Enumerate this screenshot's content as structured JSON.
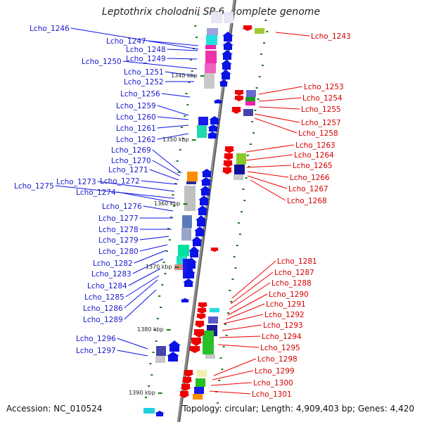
{
  "title": "Leptothrix cholodnii SP-6, complete genome",
  "footer": {
    "accession": "Accession: NC_010524",
    "topology": "Topology: circular; Length: 4,909,403 bp; Genes: 4,420"
  },
  "colors": {
    "forward": "#0a12e6",
    "reverse": "#ee0000",
    "backbone": "#8c8c8c",
    "tick": "#1e7a1e"
  },
  "scale_labels": [
    "1340 kbp",
    "1350 kbp",
    "1360 kbp",
    "1370 kbp",
    "1380 kbp",
    "1390 kbp"
  ],
  "left_genes": [
    "Lcho_1246",
    "Lcho_1247",
    "Lcho_1248",
    "Lcho_1249",
    "Lcho_1250",
    "Lcho_1251",
    "Lcho_1252",
    "Lcho_1256",
    "Lcho_1259",
    "Lcho_1260",
    "Lcho_1261",
    "Lcho_1262",
    "Lcho_1269",
    "Lcho_1270",
    "Lcho_1271",
    "Lcho_1272",
    "Lcho_1273",
    "Lcho_1275",
    "Lcho_1274",
    "Lcho_1276",
    "Lcho_1277",
    "Lcho_1278",
    "Lcho_1279",
    "Lcho_1280",
    "Lcho_1282",
    "Lcho_1283",
    "Lcho_1284",
    "Lcho_1285",
    "Lcho_1286",
    "Lcho_1289",
    "Lcho_1296",
    "Lcho_1297"
  ],
  "right_genes": [
    "Lcho_1243",
    "Lcho_1253",
    "Lcho_1254",
    "Lcho_1255",
    "Lcho_1257",
    "Lcho_1258",
    "Lcho_1263",
    "Lcho_1264",
    "Lcho_1265",
    "Lcho_1266",
    "Lcho_1267",
    "Lcho_1268",
    "Lcho_1281",
    "Lcho_1287",
    "Lcho_1288",
    "Lcho_1290",
    "Lcho_1291",
    "Lcho_1292",
    "Lcho_1293",
    "Lcho_1294",
    "Lcho_1295",
    "Lcho_1298",
    "Lcho_1299",
    "Lcho_1300",
    "Lcho_1301"
  ]
}
